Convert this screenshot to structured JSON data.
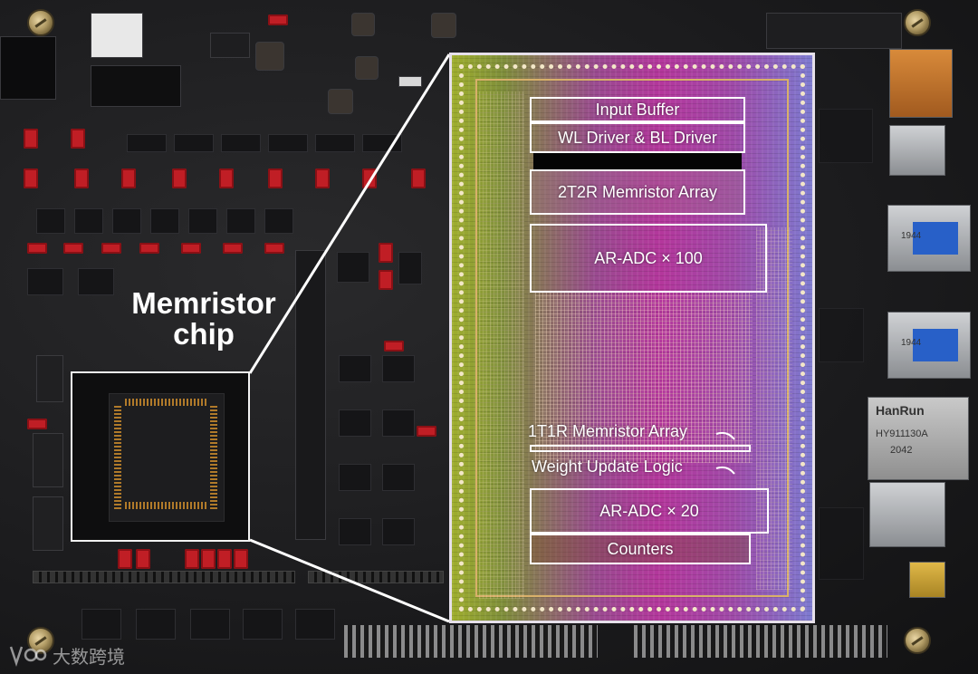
{
  "labels": {
    "memristor_chip": "Memristor chip",
    "input_buffer": "Input Buffer",
    "wl_bl_driver": "WL Driver & BL Driver",
    "array_2t2r": "2T2R Memristor Array",
    "ar_adc_100": "AR-ADC × 100",
    "array_1t1r": "1T1R Memristor Array",
    "weight_update_logic": "Weight Update Logic",
    "ar_adc_20": "AR-ADC × 20",
    "counters": "Counters"
  },
  "board_markings": {
    "port_stamp_1": "1944",
    "port_stamp_2": "1944",
    "ethernet_brand": "HanRun",
    "ethernet_part": "HY911130A",
    "ethernet_code": "2042"
  },
  "watermark": {
    "text": "大数跨境",
    "icon": "logo-icon"
  },
  "colors": {
    "jumper": "#c01e25",
    "label_text": "#ffffff",
    "outline": "#f2f2f2"
  }
}
